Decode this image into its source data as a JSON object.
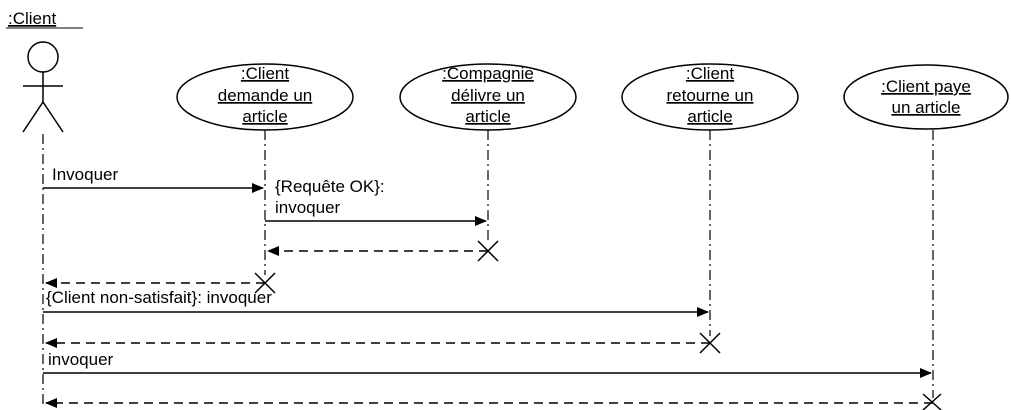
{
  "actor": {
    "label": ":Client"
  },
  "objects": [
    {
      "id": "obj1",
      "lines": [
        ":Client",
        "demande un",
        "article"
      ]
    },
    {
      "id": "obj2",
      "lines": [
        ":Compagnie",
        "délivre un",
        "article"
      ]
    },
    {
      "id": "obj3",
      "lines": [
        ":Client",
        "retourne un",
        "article"
      ]
    },
    {
      "id": "obj4",
      "lines": [
        ":Client paye",
        "un article"
      ]
    }
  ],
  "messages": [
    {
      "id": "m1",
      "label": "Invoquer"
    },
    {
      "id": "m2",
      "label_lines": [
        "{Requête OK}:",
        "invoquer"
      ]
    },
    {
      "id": "m3",
      "label": "{Client non-satisfait}: invoquer"
    },
    {
      "id": "m4",
      "label": "invoquer"
    }
  ]
}
